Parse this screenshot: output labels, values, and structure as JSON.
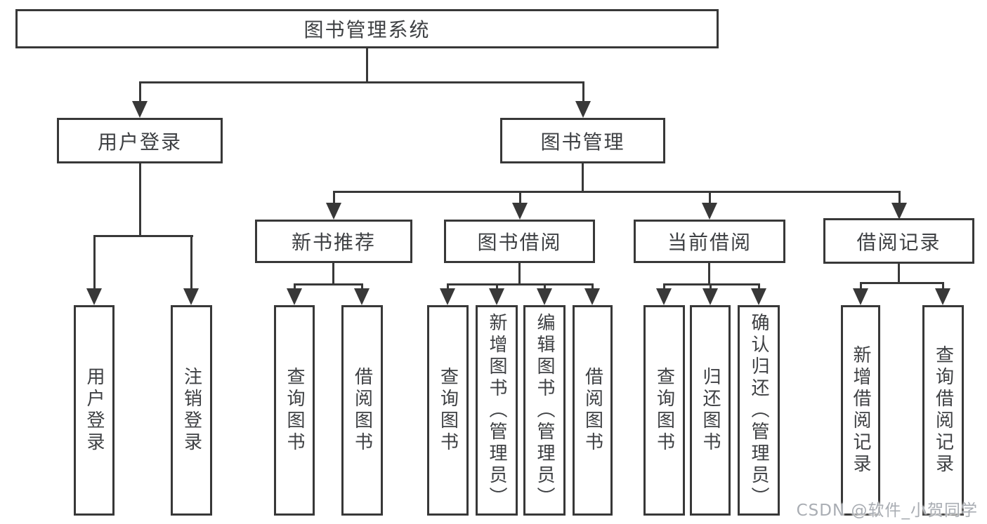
{
  "diagram": {
    "type": "hierarchy-tree",
    "root": {
      "label": "图书管理系统",
      "children": [
        {
          "label": "用户登录",
          "children": [
            {
              "label": "用户登录"
            },
            {
              "label": "注销登录"
            }
          ]
        },
        {
          "label": "图书管理",
          "children": [
            {
              "label": "新书推荐",
              "children": [
                {
                  "label": "查询图书"
                },
                {
                  "label": "借阅图书"
                }
              ]
            },
            {
              "label": "图书借阅",
              "children": [
                {
                  "label": "查询图书"
                },
                {
                  "label": "新增图书（管理员）"
                },
                {
                  "label": "编辑图书（管理员）"
                },
                {
                  "label": "借阅图书"
                }
              ]
            },
            {
              "label": "当前借阅",
              "children": [
                {
                  "label": "查询图书"
                },
                {
                  "label": "归还图书"
                },
                {
                  "label": "确认归还（管理员）"
                }
              ]
            },
            {
              "label": "借阅记录",
              "children": [
                {
                  "label": "新增借阅记录"
                },
                {
                  "label": "查询借阅记录"
                }
              ]
            }
          ]
        }
      ]
    },
    "colors": {
      "line": "#383838",
      "box_border": "#383838",
      "box_background": "#ffffff",
      "text": "#3e4043",
      "watermark": "#a9adb3"
    }
  },
  "watermark": {
    "text": "CSDN @软件_小贺同学"
  }
}
